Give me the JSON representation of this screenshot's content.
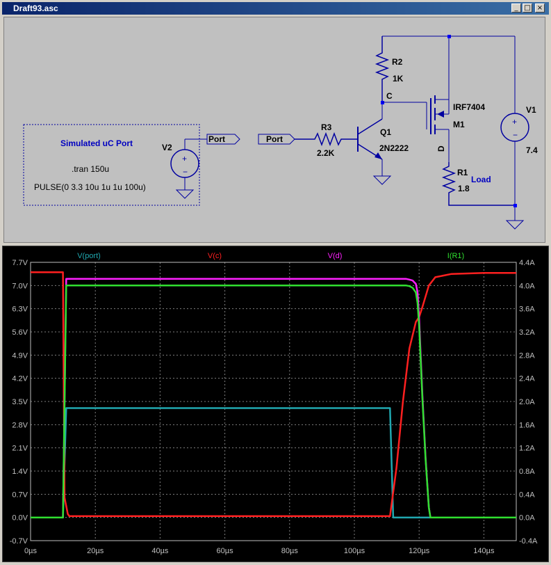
{
  "window": {
    "title": "Draft93.asc",
    "buttons": {
      "minimize": "_",
      "maximize": "□",
      "close": "×"
    }
  },
  "schematic": {
    "box_label": "Simulated uC Port",
    "tran_directive": ".tran 150u",
    "pulse_directive": "PULSE(0 3.3 10u 1u 1u 100u)",
    "v2": "V2",
    "port_label_out": "Port",
    "port_label_in": "Port",
    "r3_name": "R3",
    "r3_value": "2.2K",
    "q1_name": "Q1",
    "q1_model": "2N2222",
    "r2_name": "R2",
    "r2_value": "1K",
    "node_c": "C",
    "m1_model": "IRF7404",
    "m1_name": "M1",
    "node_d": "D",
    "r1_name": "R1",
    "r1_value": "1.8",
    "load_label": "Load",
    "v1_name": "V1",
    "v1_value": "7.4"
  },
  "chart_data": {
    "type": "line",
    "trace_labels": [
      "V(port)",
      "V(c)",
      "V(d)",
      "I(R1)"
    ],
    "colors": {
      "V(port)": "#20a8b0",
      "V(c)": "#ff2020",
      "V(d)": "#ff20ff",
      "I(R1)": "#30e030",
      "grid": "#808080",
      "axis_text": "#c0c0c0",
      "plot_border": "#c0c0c0"
    },
    "x_ticks": [
      "0µs",
      "20µs",
      "40µs",
      "60µs",
      "80µs",
      "100µs",
      "120µs",
      "140µs"
    ],
    "y_left_ticks": [
      "7.7V",
      "7.0V",
      "6.3V",
      "5.6V",
      "4.9V",
      "4.2V",
      "3.5V",
      "2.8V",
      "2.1V",
      "1.4V",
      "0.7V",
      "0.0V",
      "-0.7V"
    ],
    "y_right_ticks": [
      "4.4A",
      "4.0A",
      "3.6A",
      "3.2A",
      "2.8A",
      "2.4A",
      "2.0A",
      "1.6A",
      "1.2A",
      "0.8A",
      "0.4A",
      "0.0A",
      "-0.4A"
    ],
    "xlim": [
      0,
      150
    ],
    "ylim_left": [
      -0.7,
      7.7
    ],
    "ylim_right": [
      -0.4,
      4.4
    ],
    "series": [
      {
        "name": "V(port)",
        "axis": "left",
        "x": [
          0,
          10,
          11,
          111,
          112,
          150
        ],
        "y": [
          0,
          0,
          3.3,
          3.3,
          0,
          0
        ]
      },
      {
        "name": "V(c)",
        "axis": "left",
        "x": [
          0,
          10,
          10.5,
          11.5,
          12,
          110,
          111,
          113,
          115,
          117,
          119,
          120,
          121,
          123,
          125,
          130,
          140,
          150
        ],
        "y": [
          7.4,
          7.4,
          0.6,
          0.1,
          0.04,
          0.04,
          0.04,
          1.5,
          3.5,
          5.1,
          5.9,
          6.05,
          6.35,
          7.0,
          7.25,
          7.35,
          7.38,
          7.38
        ]
      },
      {
        "name": "V(d)",
        "axis": "left",
        "x": [
          0,
          10,
          11,
          110,
          116,
          117,
          118,
          119,
          119.5,
          120,
          121,
          122,
          123,
          123.5,
          150
        ],
        "y": [
          0,
          0,
          7.2,
          7.2,
          7.2,
          7.18,
          7.15,
          7.05,
          6.8,
          6.0,
          3.7,
          1.8,
          0.3,
          0,
          0
        ]
      },
      {
        "name": "I(R1)",
        "axis": "right",
        "x": [
          0,
          10,
          11,
          110,
          116,
          117,
          118,
          119,
          119.5,
          120,
          121,
          122,
          123,
          123.5,
          150
        ],
        "y": [
          0,
          0,
          4.0,
          4.0,
          4.0,
          3.99,
          3.96,
          3.88,
          3.7,
          3.3,
          2.05,
          1.0,
          0.17,
          0,
          0
        ]
      }
    ]
  }
}
